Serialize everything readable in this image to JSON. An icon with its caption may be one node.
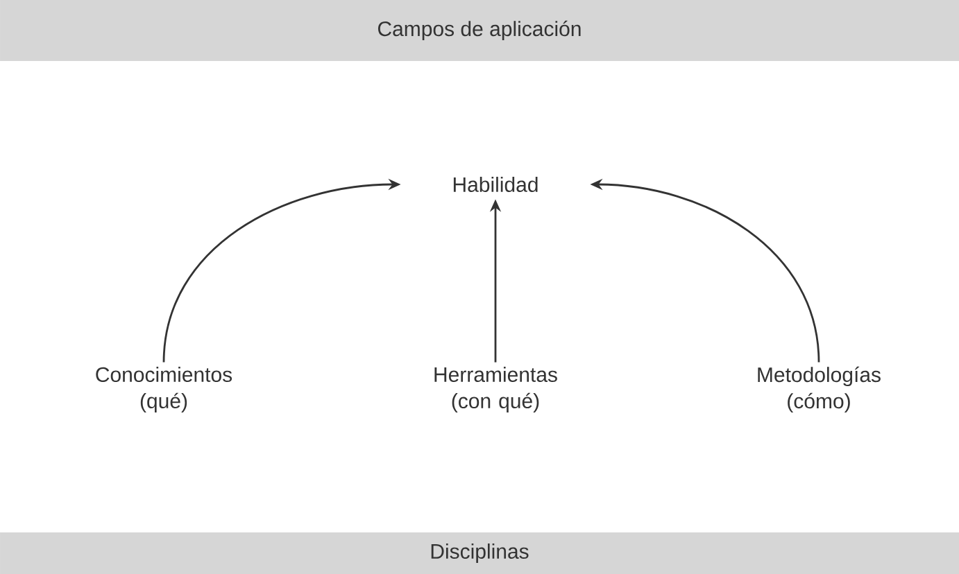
{
  "diagram": {
    "nodes": [
      {
        "text": [
          "Campos de aplicación"
        ]
      },
      {
        "text": [
          "Habilidad"
        ]
      },
      {
        "text": [
          "Conocimientos (qué)"
        ]
      },
      {
        "text": [
          "Herramientas (con qué)"
        ]
      },
      {
        "text": [
          "Metodologías (cómo)"
        ]
      },
      {
        "text": [
          "Disciplinas"
        ]
      }
    ],
    "edges": [
      {
        "from": 2,
        "to": 1,
        "arrow": "to"
      },
      {
        "from": 3,
        "to": 1,
        "arrow": "to"
      },
      {
        "from": 4,
        "to": 1,
        "arrow": "to"
      }
    ]
  }
}
